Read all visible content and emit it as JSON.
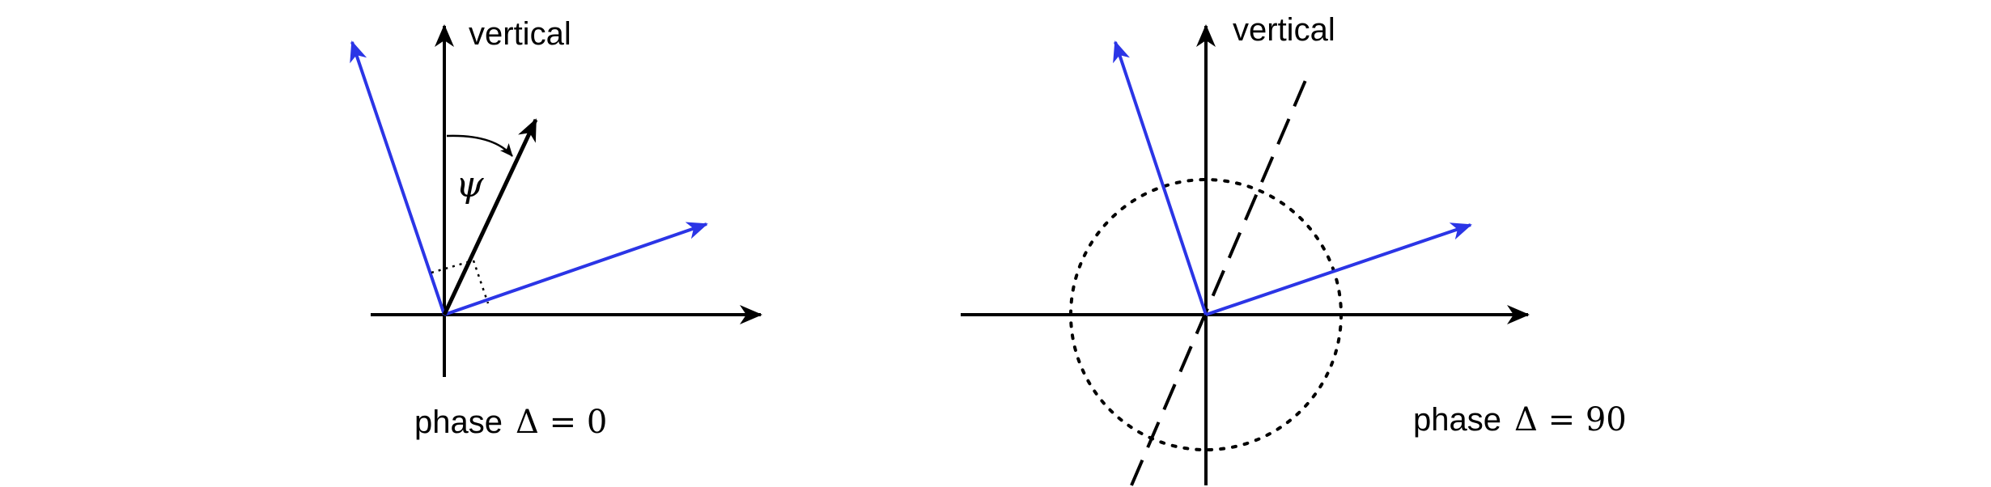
{
  "colors": {
    "axis": "#000000",
    "blue_vector": "#2b35e6",
    "black_vector": "#000000",
    "construction": "#000000"
  },
  "left_diagram": {
    "axis_label": "vertical",
    "angle_symbol": "ψ",
    "caption_word": "phase",
    "caption_math": "Δ = 0"
  },
  "right_diagram": {
    "axis_label": "vertical",
    "caption_word": "phase",
    "caption_math": "Δ = 90"
  }
}
